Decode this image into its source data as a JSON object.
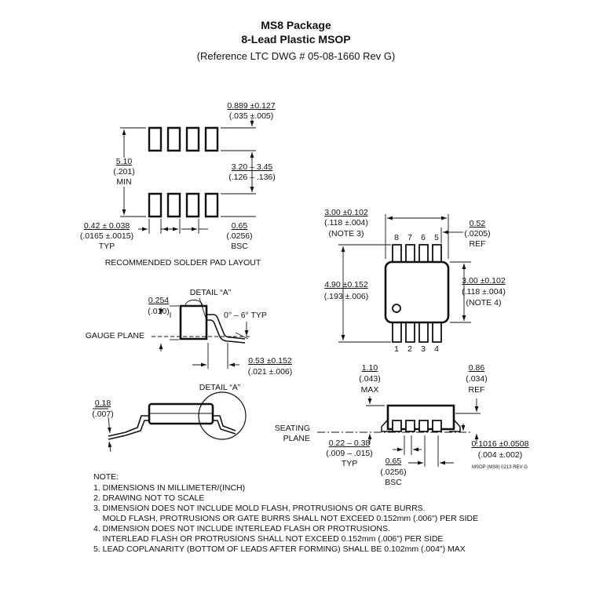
{
  "title": {
    "line1": "MS8 Package",
    "line2": "8-Lead Plastic MSOP",
    "line3": "(Reference LTC DWG # 05-08-1660 Rev G)"
  },
  "pad_layout": {
    "pad_width_mm": "0.889 ±0.127",
    "pad_width_in": "(.035 ±.005)",
    "span_mm": "5.10",
    "span_in": "(.201)",
    "span_min": "MIN",
    "pad_length_mm": "3.20 – 3.45",
    "pad_length_in": "(.126 – .136)",
    "lead_w_mm": "0.42 ± 0.038",
    "lead_w_in": "(.0165 ±.0015)",
    "lead_w_typ": "TYP",
    "pitch_mm": "0.65",
    "pitch_in": "(.0256)",
    "pitch_bsc": "BSC",
    "caption": "RECOMMENDED SOLDER PAD LAYOUT"
  },
  "top_view": {
    "width_mm": "3.00 ±0.102",
    "width_in": "(.118 ±.004)",
    "width_note": "(NOTE 3)",
    "lead_mm": "0.52",
    "lead_in": "(.0205)",
    "lead_ref": "REF",
    "length_mm": "4.90 ±0.152",
    "length_in": "(.193 ±.006)",
    "body_mm": "3.00 ±0.102",
    "body_in": "(.118 ±.004)",
    "body_note": "(NOTE 4)",
    "pins_top": [
      "8",
      "7",
      "6",
      "5"
    ],
    "pins_bottom": [
      "1",
      "2",
      "3",
      "4"
    ]
  },
  "detail_a": {
    "label": "DETAIL “A”",
    "thick_mm": "0.254",
    "thick_in": "(.010)",
    "angle": "0° – 6° TYP",
    "gauge": "GAUGE PLANE",
    "foot_mm": "0.53 ±0.152",
    "foot_in": "(.021 ±.006)"
  },
  "side_view": {
    "label": "DETAIL “A”",
    "thick_mm": "0.18",
    "thick_in": "(.007)"
  },
  "end_view": {
    "height_mm": "1.10",
    "height_in": "(.043)",
    "height_max": "MAX",
    "standoff_mm": "0.86",
    "standoff_in": "(.034)",
    "standoff_ref": "REF",
    "seating_1": "SEATING",
    "seating_2": "PLANE",
    "leadw_mm": "0.22 – 0.38",
    "leadw_in": "(.009 – .015)",
    "leadw_typ": "TYP",
    "pitch_mm": "0.65",
    "pitch_in": "(.0256)",
    "pitch_bsc": "BSC",
    "offset_mm": "0.1016 ±0.0508",
    "offset_in": "(.004 ±.002)",
    "drawing_id": "MSOP (MS8) 0213 REV G"
  },
  "notes": {
    "heading": "NOTE:",
    "items": [
      "1. DIMENSIONS IN MILLIMETER/(INCH)",
      "2. DRAWING NOT TO SCALE",
      "3. DIMENSION DOES NOT INCLUDE MOLD FLASH, PROTRUSIONS OR GATE BURRS.",
      "    MOLD FLASH, PROTRUSIONS OR GATE BURRS SHALL NOT EXCEED 0.152mm (.006\") PER SIDE",
      "4. DIMENSION DOES NOT INCLUDE INTERLEAD FLASH OR PROTRUSIONS.",
      "    INTERLEAD FLASH OR PROTRUSIONS SHALL NOT EXCEED 0.152mm (.006\") PER SIDE",
      "5. LEAD COPLANARITY (BOTTOM OF LEADS AFTER FORMING) SHALL BE 0.102mm (.004\") MAX"
    ]
  }
}
